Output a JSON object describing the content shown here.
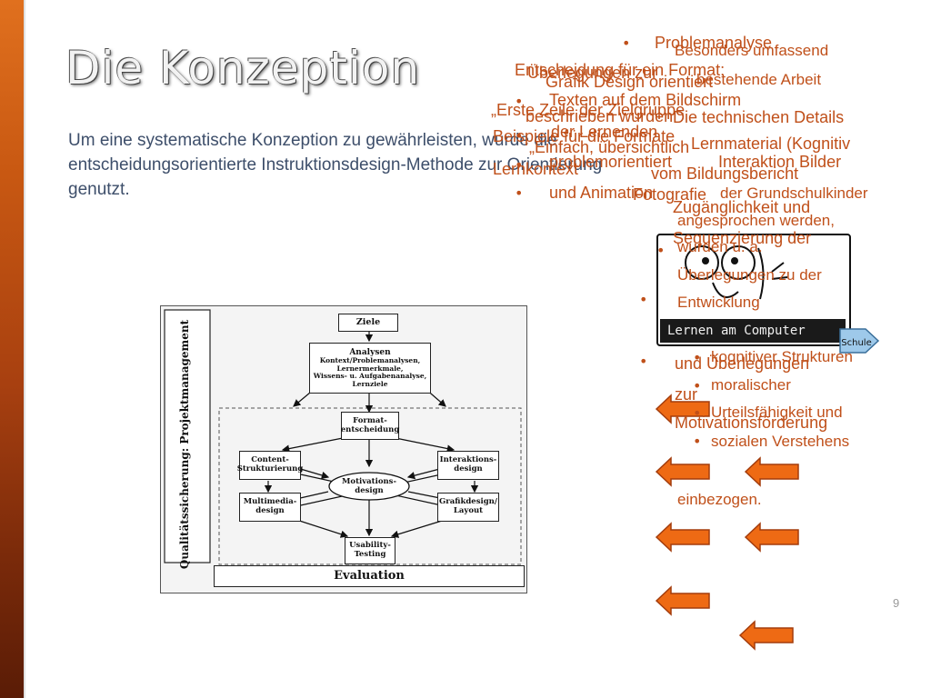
{
  "slide": {
    "title": "Die Konzeption",
    "body": "Um eine systematische Konzeption zu gewährleisten, wurde die entscheidungsorientierte Instruktionsdesign-Methode zur Orientierung genutzt.",
    "page_number": "9"
  },
  "diagram": {
    "side_label": "Qualitätssicherung: Projektmanagement",
    "ziele": "Ziele",
    "analysen_title": "Analysen",
    "analysen_lines": [
      "Kontext/Problemanalysen,",
      "Lernermerkmale,",
      "Wissens- u. Aufgabenanalyse,",
      "Lernziele"
    ],
    "format_1": "Format-",
    "format_2": "entscheidung",
    "content_1": "Content-",
    "content_2": "Strukturierung",
    "interaktion_1": "Interaktions-",
    "interaktion_2": "design",
    "motivation_1": "Motivations-",
    "motivation_2": "design",
    "multimedia_1": "Multimedia-",
    "multimedia_2": "design",
    "grafik_1": "Grafikdesign/",
    "grafik_2": "Layout",
    "usability_1": "Usability-",
    "usability_2": "Testing",
    "evaluation": "Evaluation"
  },
  "cartoon": {
    "caption": "Lernen am Computer",
    "sign": "Schule"
  },
  "overlay": {
    "t01": "Problemanalyse",
    "t02": "Besonders umfassend",
    "t03": "Entscheidung für ein Format:",
    "t04": "Überlegungen zur",
    "t05": "Grafik Design orientiert",
    "t06": "bestehende Arbeit",
    "t07": "Texten auf dem Bildschirm",
    "t08": "„Erste Zeile der Zielgruppe",
    "t09": "beschrieben wurden",
    "t10": "Die technischen Details",
    "t11": "Beispiele für die Formate",
    "t12": "der Lernenden",
    "t13": "„Einfach, übersichtlich",
    "t14": "Lernmaterial (Kognitiv",
    "t15": "problemorientiert",
    "t16": "Lernkontext",
    "t17": "vom Bildungsbericht",
    "t18": "und Animation",
    "t19": "Fotografie",
    "t20": "Interaktion Bilder",
    "t21": "Zugänglichkeit und",
    "t22": "der Grundschulkinder",
    "t23": "angesprochen werden,",
    "t24": "Sequenzierung der",
    "t25": "wurden u. a.",
    "t26": "Überlegungen zu der",
    "t27": "Entwicklung",
    "t28": "kognitiver Strukturen",
    "t29": "und Überlegungen",
    "t30": "moralischer",
    "t31": "zur",
    "t32": "Urteilsfähigkeit und",
    "t33": "Motivationsförderung",
    "t34": "sozialen Verstehens",
    "t35": "einbezogen."
  },
  "colors": {
    "accent": "#c0501a",
    "arrow_fill": "#ee6a14",
    "arrow_stroke": "#a33c0c",
    "body_text": "#3d4e6a"
  }
}
